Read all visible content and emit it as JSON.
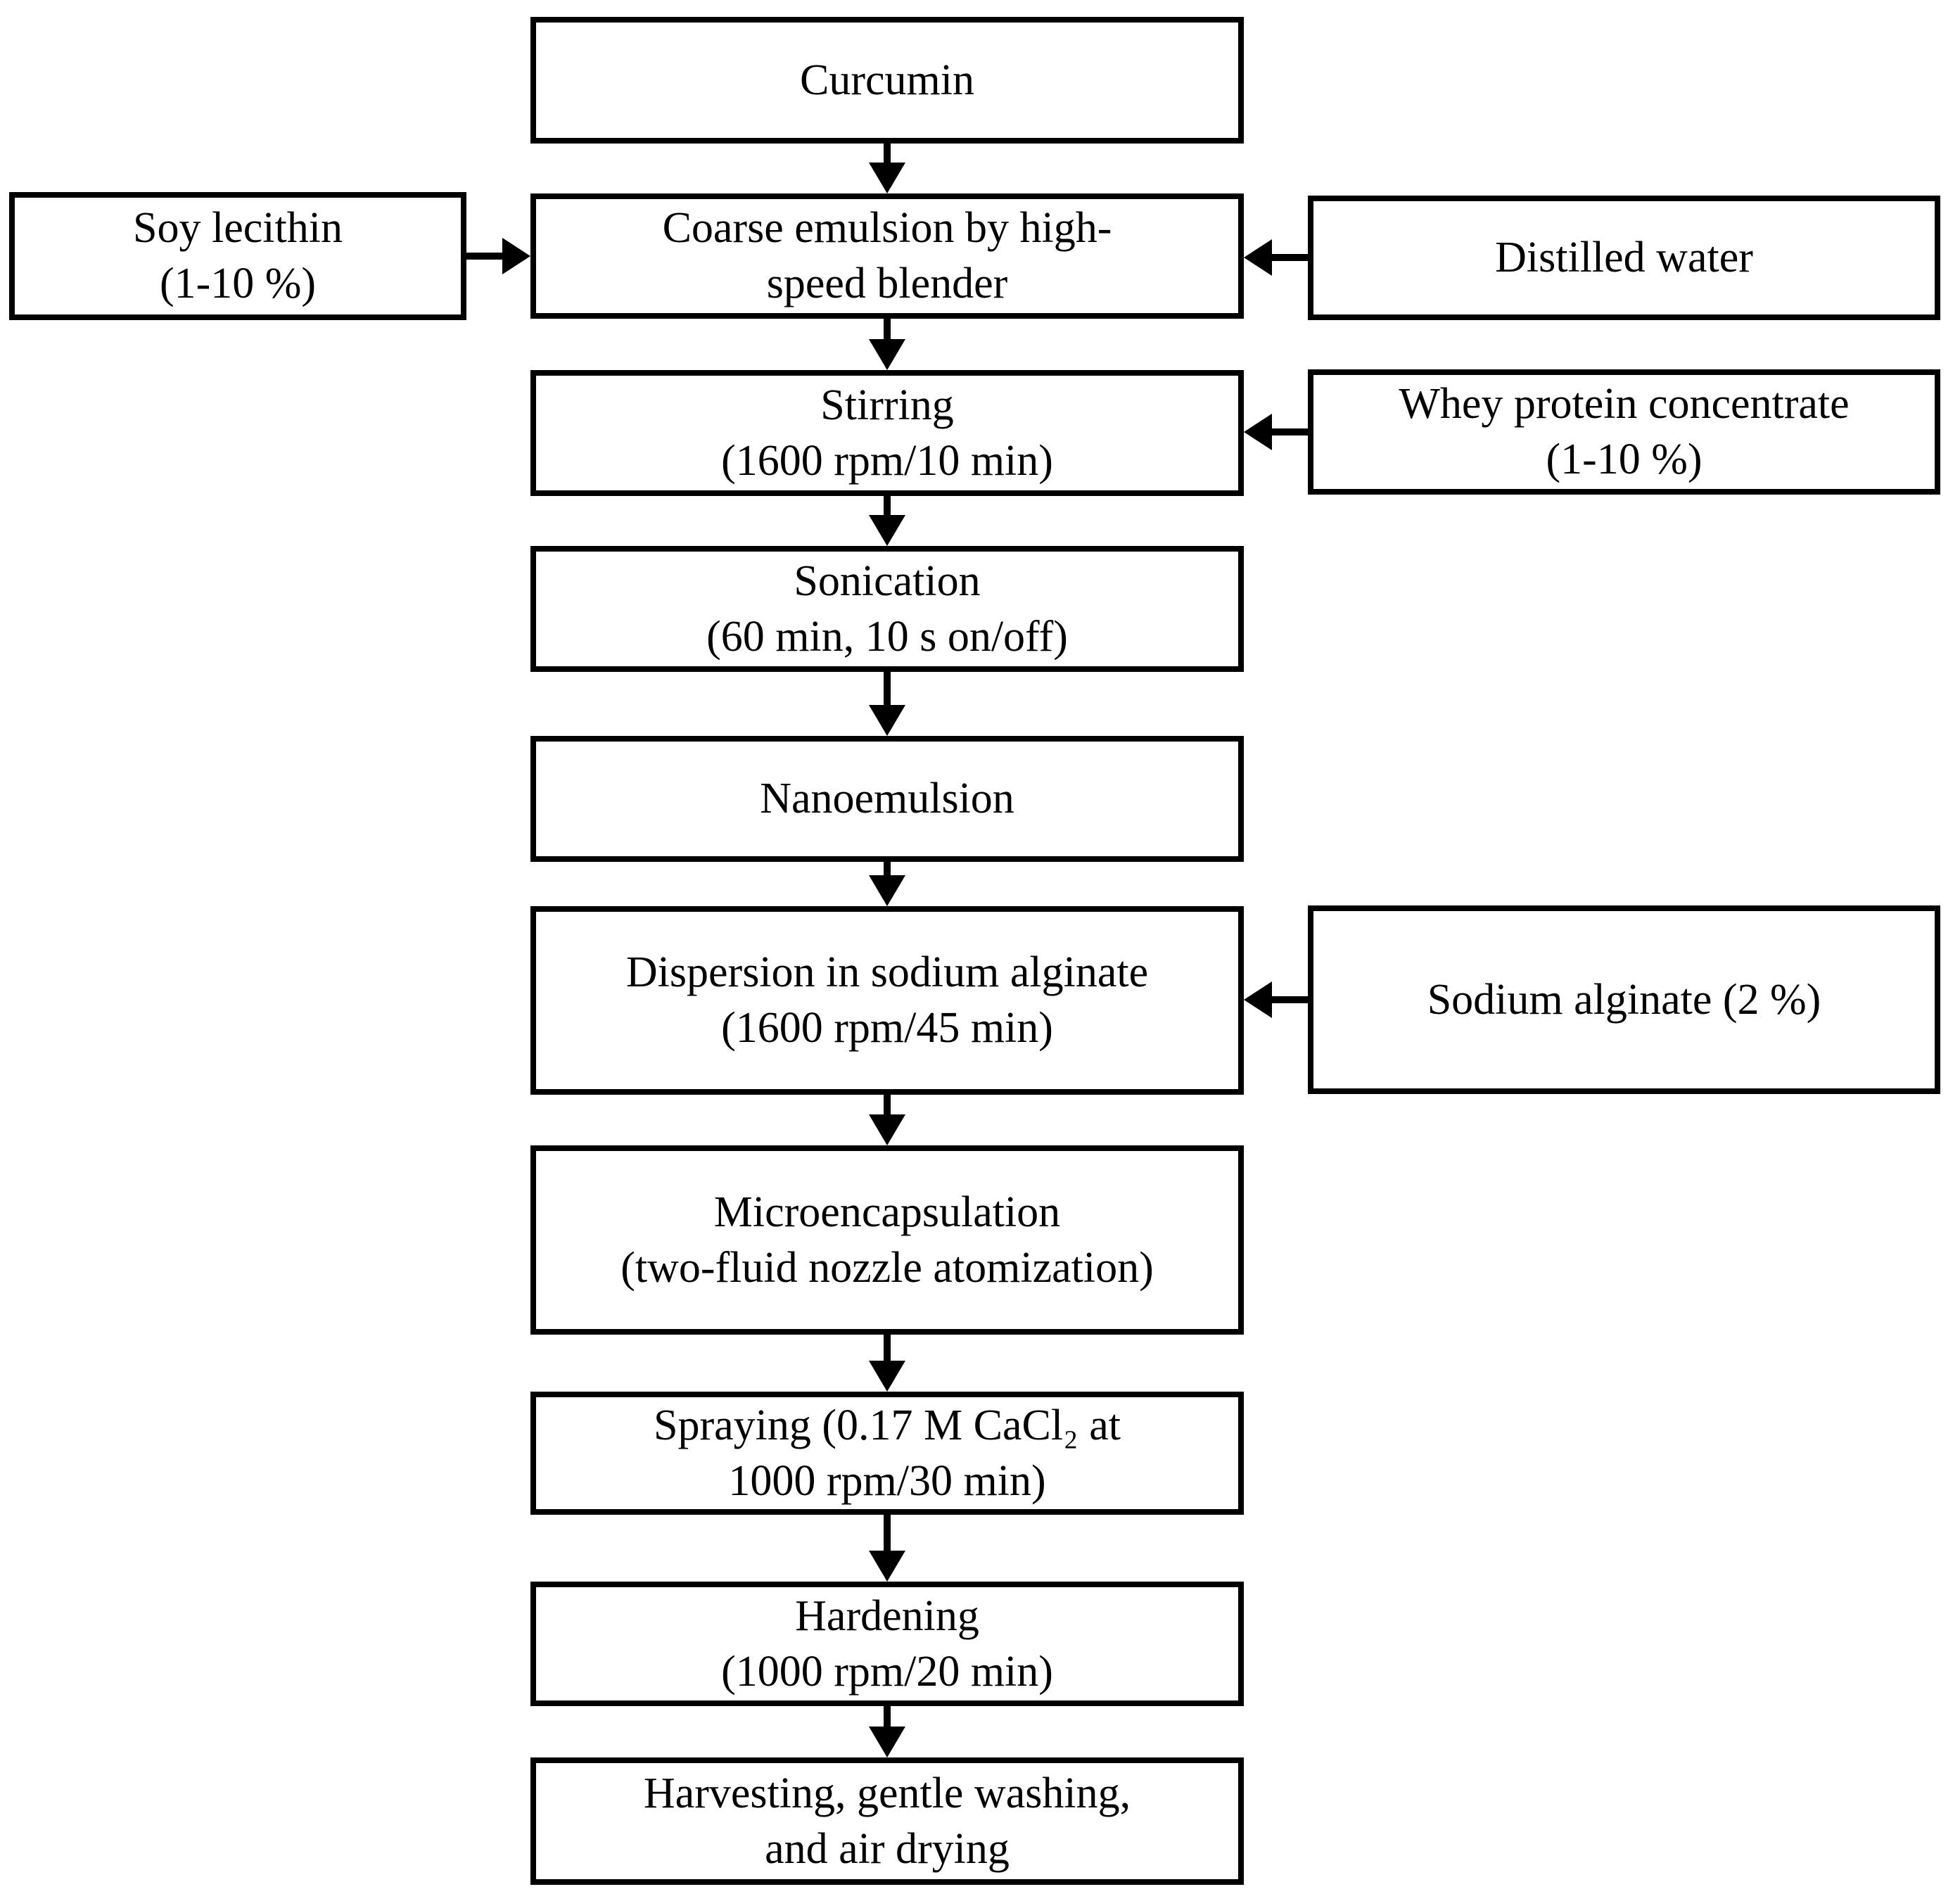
{
  "diagram": {
    "type": "flowchart",
    "topic": "Curcumin nanoemulsion microencapsulation process",
    "colors": {
      "background": "#ffffff",
      "box_fill": "#ffffff",
      "box_border": "#000000",
      "text": "#000000",
      "arrow": "#000000"
    },
    "main_flow": [
      {
        "id": "curcumin",
        "label": "Curcumin"
      },
      {
        "id": "coarse-emulsion",
        "label": "Coarse emulsion by high-\nspeed blender"
      },
      {
        "id": "stirring",
        "label": "Stirring\n(1600 rpm/10 min)"
      },
      {
        "id": "sonication",
        "label": "Sonication\n(60 min, 10 s on/off)"
      },
      {
        "id": "nanoemulsion",
        "label": "Nanoemulsion"
      },
      {
        "id": "dispersion",
        "label": "Dispersion in sodium alginate\n(1600 rpm/45 min)"
      },
      {
        "id": "microencapsulation",
        "label": "Microencapsulation\n(two-fluid nozzle atomization)"
      },
      {
        "id": "spraying",
        "label": "Spraying (0.17 M CaCl₂ at\n1000 rpm/30 min)"
      },
      {
        "id": "hardening",
        "label": "Hardening\n(1000 rpm/20 min)"
      },
      {
        "id": "harvesting",
        "label": "Harvesting, gentle washing,\nand air drying"
      }
    ],
    "inputs": [
      {
        "id": "soy-lecithin",
        "label": "Soy lecithin\n(1-10 %)",
        "side": "left",
        "target": "coarse-emulsion"
      },
      {
        "id": "distilled-water",
        "label": "Distilled water",
        "side": "right",
        "target": "coarse-emulsion"
      },
      {
        "id": "whey-protein",
        "label": "Whey protein concentrate\n(1-10 %)",
        "side": "right",
        "target": "stirring"
      },
      {
        "id": "sodium-alginate",
        "label": "Sodium alginate (2 %)",
        "side": "right",
        "target": "dispersion"
      }
    ],
    "connections": [
      {
        "from": "curcumin",
        "to": "coarse-emulsion",
        "direction": "down"
      },
      {
        "from": "coarse-emulsion",
        "to": "stirring",
        "direction": "down"
      },
      {
        "from": "stirring",
        "to": "sonication",
        "direction": "down"
      },
      {
        "from": "sonication",
        "to": "nanoemulsion",
        "direction": "down"
      },
      {
        "from": "nanoemulsion",
        "to": "dispersion",
        "direction": "down"
      },
      {
        "from": "dispersion",
        "to": "microencapsulation",
        "direction": "down"
      },
      {
        "from": "microencapsulation",
        "to": "spraying",
        "direction": "down"
      },
      {
        "from": "spraying",
        "to": "hardening",
        "direction": "down"
      },
      {
        "from": "hardening",
        "to": "harvesting",
        "direction": "down"
      },
      {
        "from": "soy-lecithin",
        "to": "coarse-emulsion",
        "direction": "right"
      },
      {
        "from": "distilled-water",
        "to": "coarse-emulsion",
        "direction": "left"
      },
      {
        "from": "whey-protein",
        "to": "stirring",
        "direction": "left"
      },
      {
        "from": "sodium-alginate",
        "to": "dispersion",
        "direction": "left"
      }
    ]
  }
}
